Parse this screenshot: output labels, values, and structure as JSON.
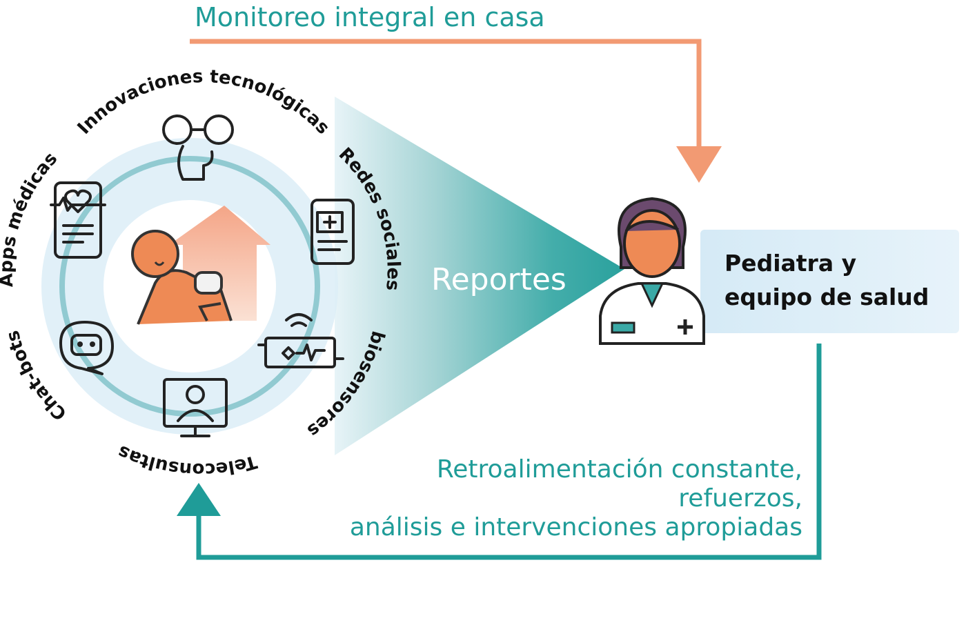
{
  "diagram": {
    "top_label": "Monitoreo integral en casa",
    "center_label": "Reportes",
    "target_label_line1": "Pediatra y",
    "target_label_line2": "equipo de salud",
    "bottom_label_line1": "Retroalimentación constante,",
    "bottom_label_line2": "refuerzos,",
    "bottom_label_line3": "análisis e intervenciones apropiadas",
    "ring_items": [
      {
        "label": "Innovaciones tecnológicas",
        "icon": "vr-glasses-head-icon"
      },
      {
        "label": "Redes sociales",
        "icon": "phone-health-icon"
      },
      {
        "label": "biosensores",
        "icon": "biosensor-icon"
      },
      {
        "label": "Teleconsultas",
        "icon": "teleconsult-monitor-icon"
      },
      {
        "label": "Chat-bots",
        "icon": "chatbot-icon"
      },
      {
        "label": "Apps médicas",
        "icon": "medical-app-icon"
      }
    ],
    "center_icon": "baby-home-icon",
    "target_icon": "doctor-icon",
    "colors": {
      "orange": "#f29a73",
      "teal": "#1f9c98",
      "light_blue": "#dcedf7",
      "skin": "#ee8a55",
      "hair": "#6b4a6e"
    }
  }
}
